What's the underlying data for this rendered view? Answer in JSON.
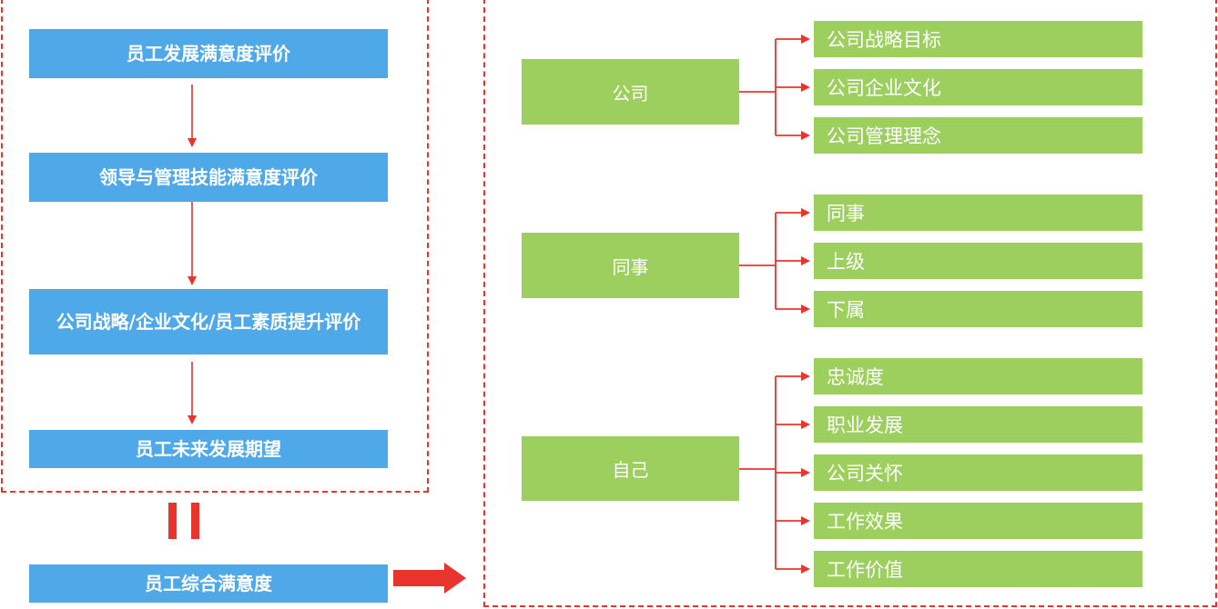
{
  "left_flow": {
    "steps": [
      "员工发展满意度评价",
      "领导与管理技能满意度评价",
      "公司战略/企业文化/员工素质提升评价",
      "员工未来发展期望"
    ],
    "result": "员工综合满意度"
  },
  "categories": [
    {
      "label": "公司",
      "items": [
        "公司战略目标",
        "公司企业文化",
        "公司管理理念"
      ]
    },
    {
      "label": "同事",
      "items": [
        "同事",
        "上级",
        "下属"
      ]
    },
    {
      "label": "自己",
      "items": [
        "忠诚度",
        "职业发展",
        "公司关怀",
        "工作效果",
        "工作价值"
      ]
    }
  ],
  "colors": {
    "frame": "#e8342c",
    "arrow": "#e8342c",
    "blue_box": "#4fa8e8",
    "green_box": "#9ccf5d",
    "text": "#ffffff"
  }
}
